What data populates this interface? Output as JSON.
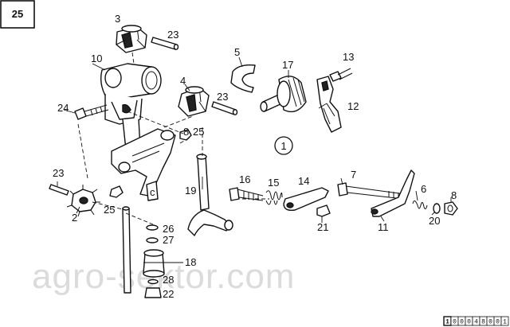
{
  "page_badge": "25",
  "group_marker": "1",
  "watermark": "agro-sektor.com",
  "ref_code": [
    "1",
    "0",
    "0",
    "0",
    "4",
    "8",
    "0",
    "0",
    "1"
  ],
  "callouts": [
    "3",
    "23",
    "5",
    "10",
    "17",
    "13",
    "4",
    "24",
    "23",
    "12",
    "8",
    "25",
    "1",
    "23",
    "16",
    "15",
    "14",
    "7",
    "6",
    "8",
    "19",
    "2",
    "25",
    "21",
    "20",
    "11",
    "26",
    "27",
    "18",
    "28",
    "22"
  ]
}
